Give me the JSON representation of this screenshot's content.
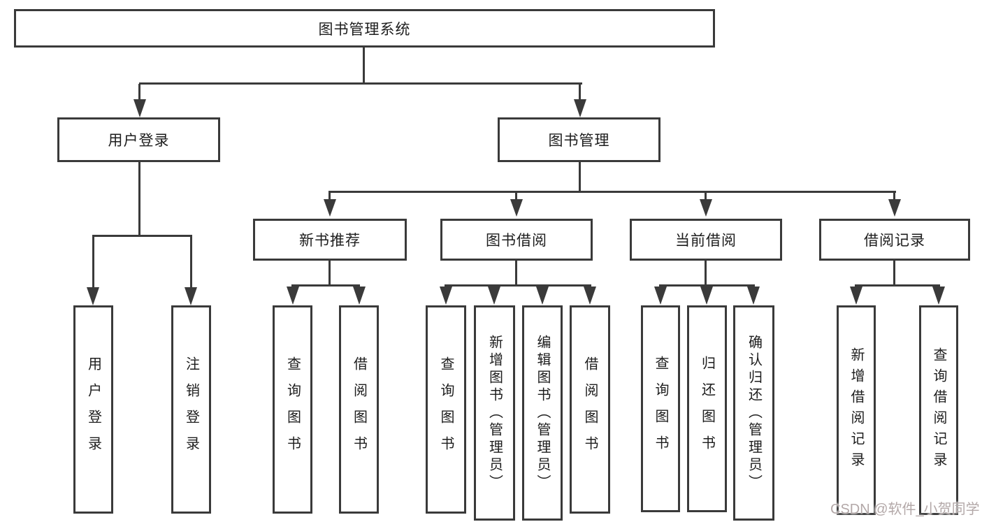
{
  "nodes": {
    "root": "图书管理系统",
    "user_login": "用户登录",
    "book_management": "图书管理",
    "new_book_recommend": "新书推荐",
    "book_borrowing": "图书借阅",
    "current_borrowing": "当前借阅",
    "borrowing_records": "借阅记录",
    "ul_user_login": "用户登录",
    "ul_logout_login": "注销登录",
    "nb_query_book": "查询图书",
    "nb_borrow_book": "借阅图书",
    "bb_query_book": "查询图书",
    "bb_add_book_admin": "新增图书（管理员）",
    "bb_edit_book_admin": "编辑图书（管理员）",
    "bb_borrow_book": "借阅图书",
    "cb_query_book": "查询图书",
    "cb_return_book": "归还图书",
    "cb_confirm_return_admin": "确认归还（管理员）",
    "br_add_record": "新增借阅记录",
    "br_query_record": "查询借阅记录"
  },
  "watermark": {
    "text": "CSDN @软件_小贺同学"
  },
  "colors": {
    "line": "#3a3a3a",
    "text": "#1d1d1d",
    "watermark": "#b3a8a8"
  }
}
